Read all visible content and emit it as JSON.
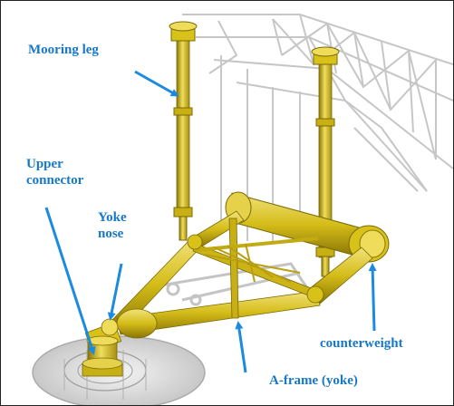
{
  "labels": {
    "mooring_leg": "Mooring leg",
    "upper_connector_line1": "Upper",
    "upper_connector_line2": "connector",
    "yoke_nose_line1": "Yoke",
    "yoke_nose_line2": "nose",
    "counterweight": "counterweight",
    "a_frame": "A-frame (yoke)"
  },
  "colors": {
    "label_blue": "#1878c8",
    "arrow_blue": "#1a8be0",
    "yoke_yellow": "#d8c21a",
    "yoke_dark": "#9a8608",
    "yoke_highlight": "#f2e27a",
    "ghost_gray": "#b8b8b8"
  }
}
